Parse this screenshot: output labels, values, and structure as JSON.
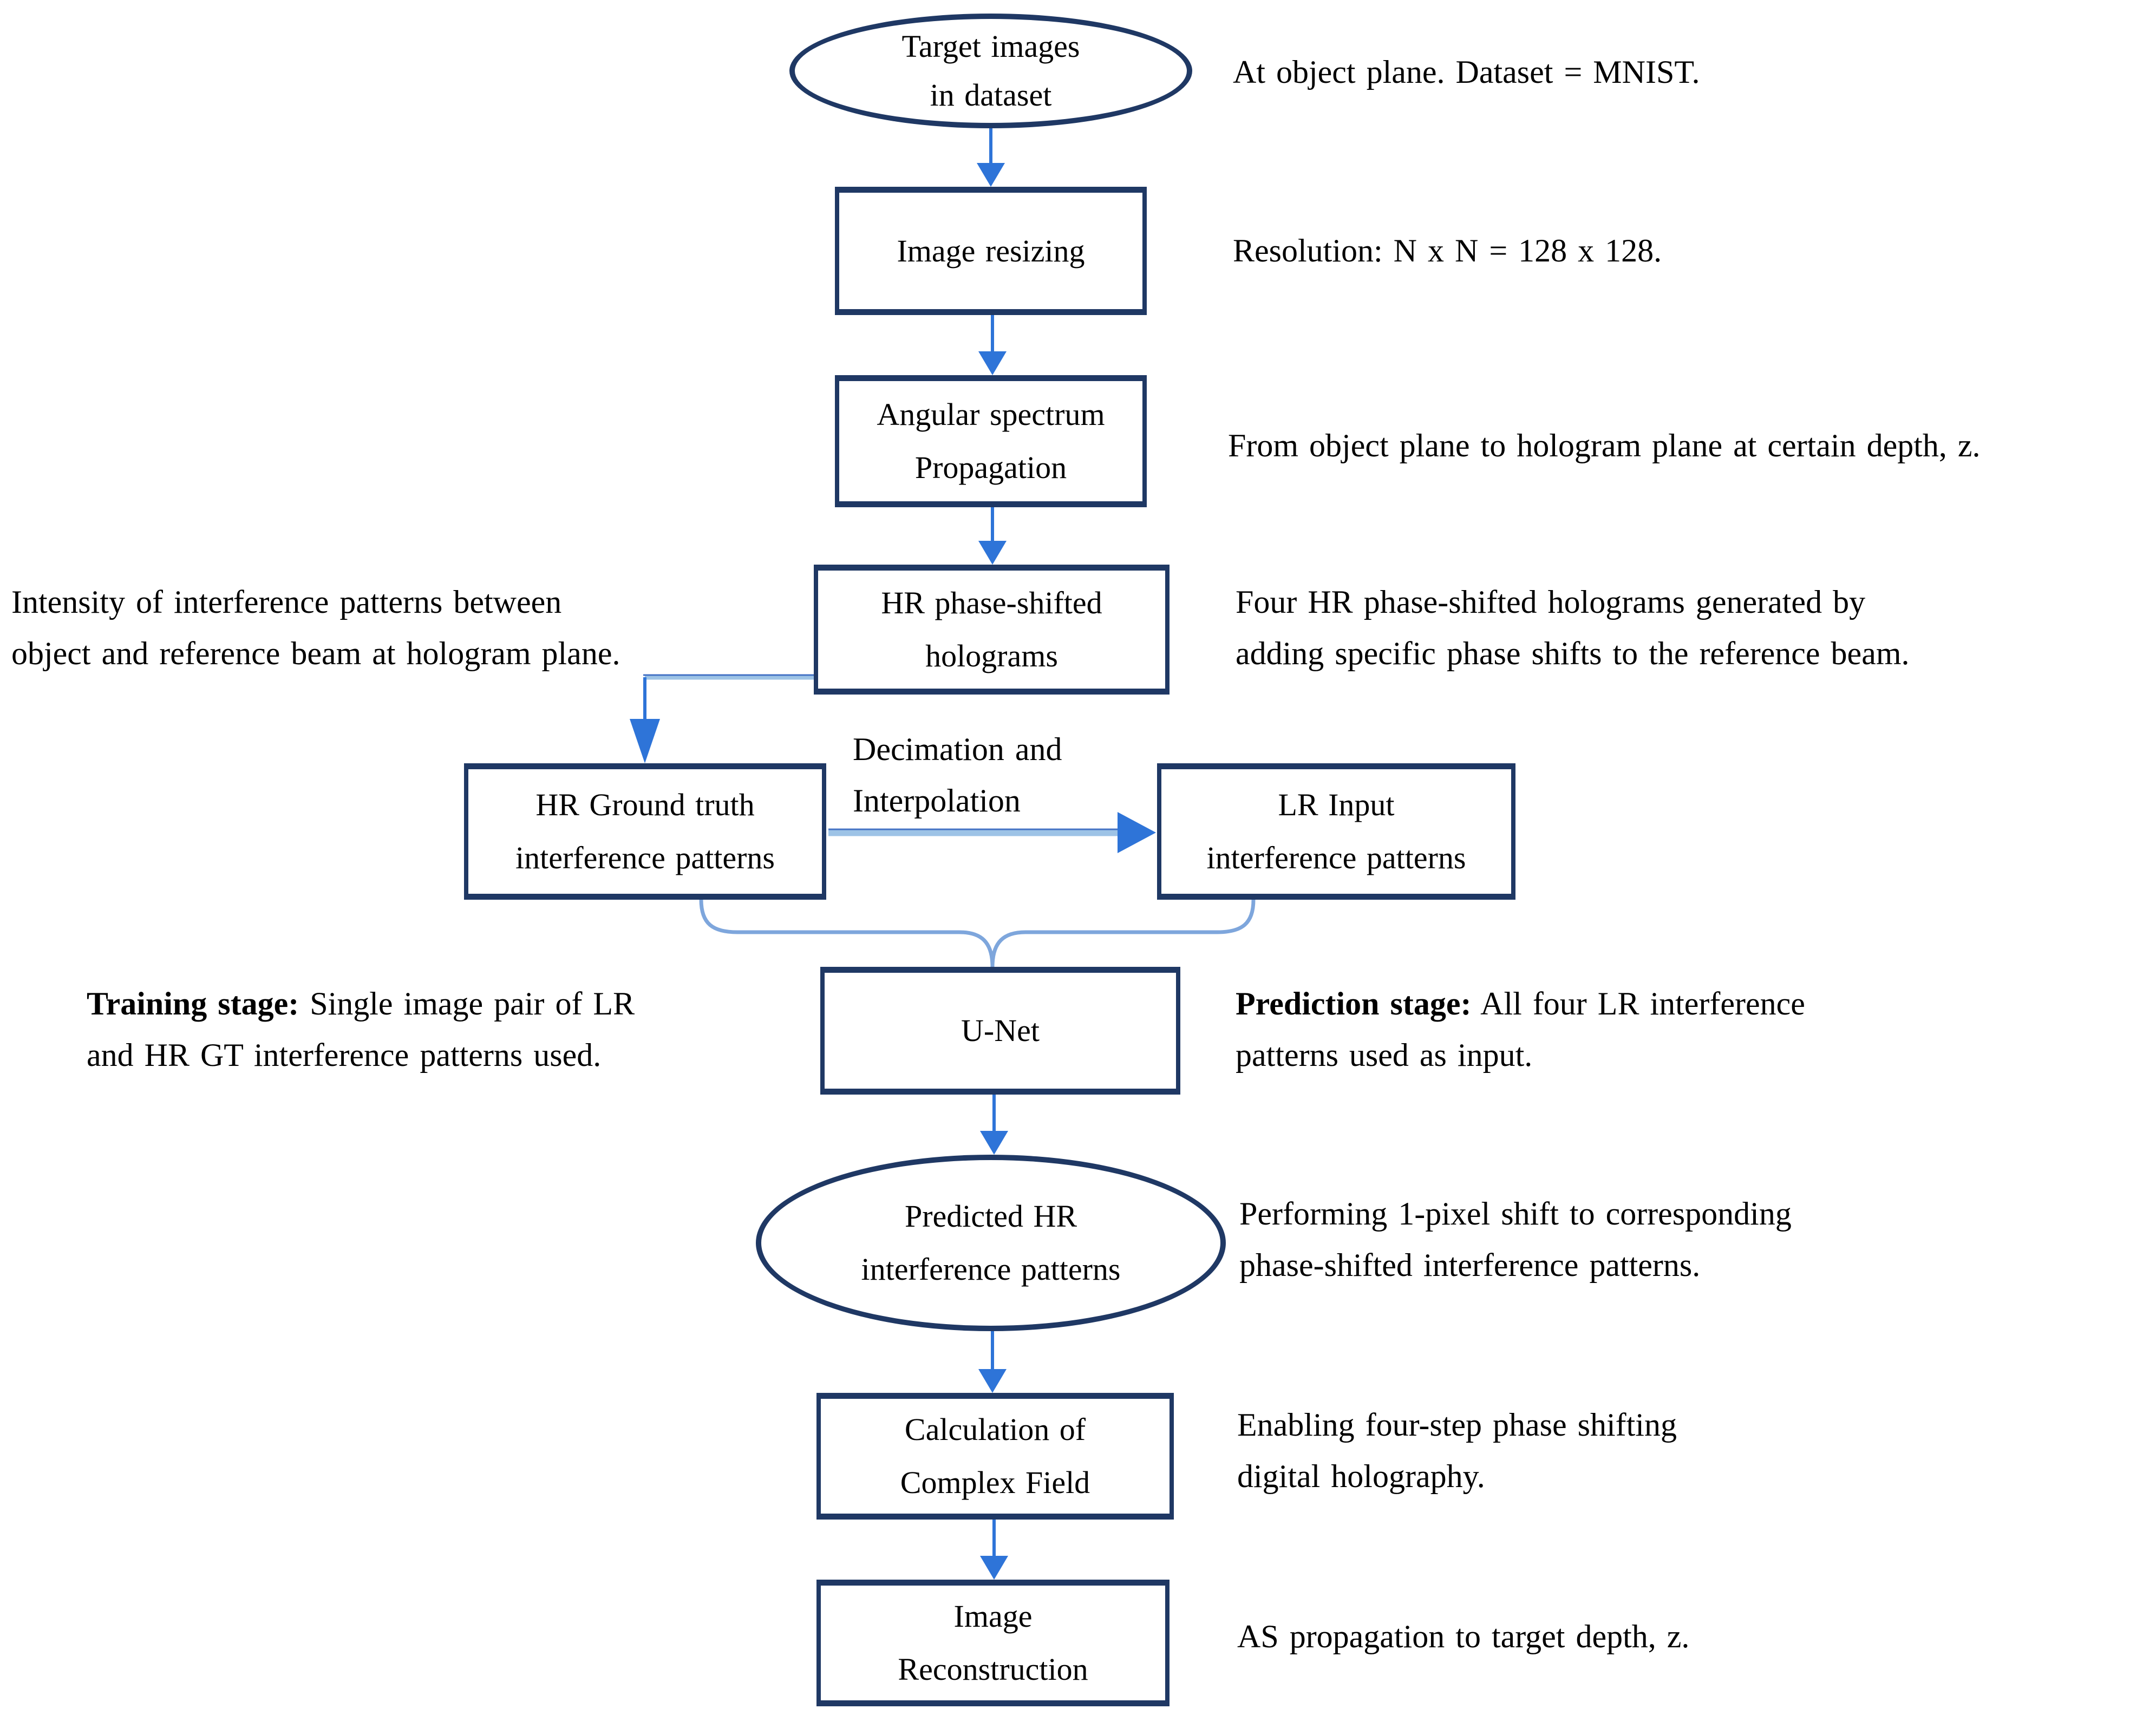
{
  "diagram": {
    "nodes": {
      "target_images": {
        "line1": "Target images",
        "line2": "in dataset"
      },
      "image_resizing": {
        "line1": "Image resizing",
        "line2": ""
      },
      "angular_spectrum": {
        "line1": "Angular spectrum",
        "line2": "Propagation"
      },
      "hr_phase": {
        "line1": "HR phase-shifted",
        "line2": "holograms"
      },
      "hr_gt": {
        "line1": "HR Ground truth",
        "line2": "interference patterns"
      },
      "lr_input": {
        "line1": "LR Input",
        "line2": "interference patterns"
      },
      "unet": {
        "line1": "U-Net",
        "line2": ""
      },
      "predicted_hr": {
        "line1": "Predicted HR",
        "line2": "interference patterns"
      },
      "calc_field": {
        "line1": "Calculation of",
        "line2": "Complex Field"
      },
      "image_recon": {
        "line1": "Image",
        "line2": "Reconstruction"
      }
    },
    "edge_labels": {
      "decimation": {
        "line1": "Decimation and",
        "line2": "Interpolation"
      }
    },
    "annotations": {
      "mnist": "At object plane. Dataset = MNIST.",
      "resolution": "Resolution: N x N = 128 x 128.",
      "propagation": "From object plane to hologram plane at certain depth, z.",
      "intensity_line1": "Intensity of interference patterns between",
      "intensity_line2": "object and reference beam at hologram plane.",
      "four_hr_line1": "Four HR phase-shifted holograms generated by",
      "four_hr_line2": "adding specific phase shifts to the reference beam.",
      "training_lead": "Training stage:",
      "training_rest1": " Single image pair of LR",
      "training_line2": "and HR GT interference patterns used.",
      "prediction_lead": "Prediction stage:",
      "prediction_rest1": " All four LR interference",
      "prediction_line2": "patterns used as input.",
      "pixel_shift_line1": "Performing 1-pixel shift to corresponding",
      "pixel_shift_line2": "phase-shifted interference patterns.",
      "four_step_line1": "Enabling four-step phase shifting",
      "four_step_line2": "digital holography.",
      "as_propagation": "AS propagation to target depth, z."
    },
    "colors": {
      "border_navy": "#1F3864",
      "arrow_blue": "#2E74D8",
      "arrow_light": "#9DC3E6",
      "bracket_blue": "#7EA6DC",
      "text": "#000000"
    }
  }
}
